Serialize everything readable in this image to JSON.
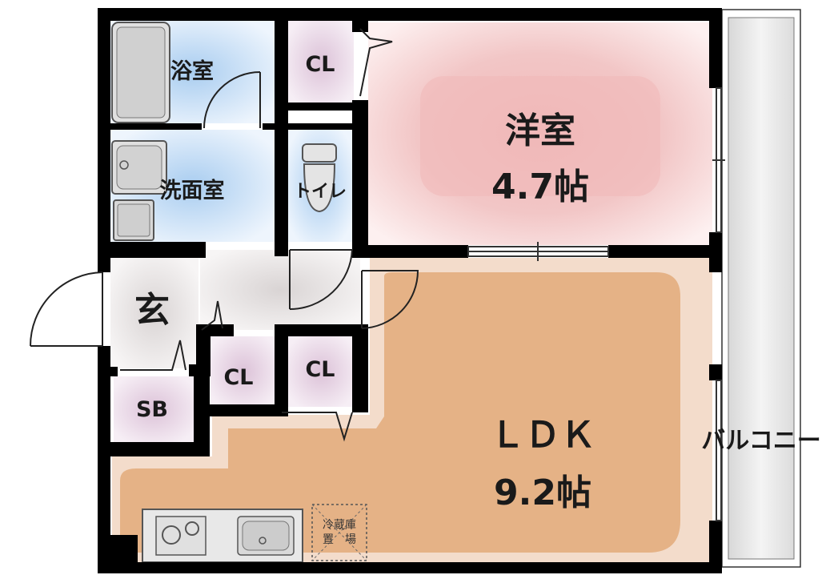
{
  "rooms": {
    "western_room": {
      "name": "洋室",
      "size": "4.7帖"
    },
    "ldk": {
      "name": "ＬＤＫ",
      "size": "9.2帖"
    },
    "bath": {
      "name": "浴室"
    },
    "washroom": {
      "name": "洗面室"
    },
    "toilet": {
      "name": "トイレ"
    },
    "entrance": {
      "name": "玄"
    },
    "shoe_box": {
      "name": "SB"
    },
    "closet_top": {
      "name": "CL"
    },
    "closet_left": {
      "name": "CL"
    },
    "closet_mid": {
      "name": "CL"
    },
    "balcony": {
      "name": "バルコニー"
    },
    "fridge": {
      "line1": "冷蔵庫",
      "line2": "置　場"
    }
  },
  "colors": {
    "wall": "#000000",
    "western_room_fill": "#f2c4c4",
    "ldk_fill": "#e8b487",
    "bath_fill": "#bcd8f2",
    "closet_fill": "#e3cedf",
    "hall_fill": "#e6e6e6"
  }
}
